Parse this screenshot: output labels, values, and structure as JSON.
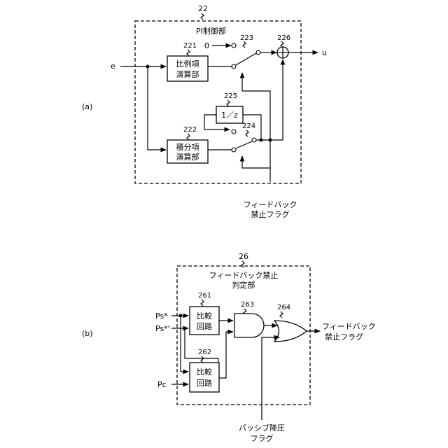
{
  "a": {
    "panel_label": "(a)",
    "block_ref": "22",
    "block_title": "PI制御部",
    "input_e": "e",
    "output_u": "u",
    "ref_221": "221",
    "box_221": [
      "比例項",
      "演算部"
    ],
    "ref_222": "222",
    "box_222": [
      "積分項",
      "演算部"
    ],
    "ref_223": "223",
    "zero": "0",
    "ref_224": "224",
    "ref_225": "225",
    "box_225": "1／z",
    "ref_226": "226",
    "flag_label": [
      "フィードバック",
      "禁止フラグ"
    ]
  },
  "b": {
    "panel_label": "(b)",
    "block_ref": "26",
    "block_title": [
      "フィードバック禁止",
      "判定部"
    ],
    "in_ps": "Ps*",
    "in_ps2": "Ps*'",
    "in_pc": "Pc",
    "ref_261": "261",
    "box_261": [
      "比較",
      "回路"
    ],
    "ref_262": "262",
    "box_262": [
      "比較",
      "回路"
    ],
    "ref_263": "263",
    "ref_264": "264",
    "output_label": [
      "フィードバック",
      "禁止フラグ"
    ],
    "passive_label": [
      "パッシブ降圧",
      "フラグ"
    ]
  }
}
